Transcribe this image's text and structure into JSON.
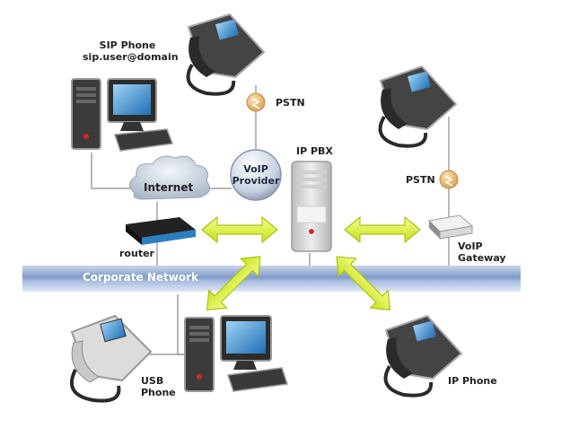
{
  "diagram": {
    "nodes": {
      "sip_phone": {
        "line1": "SIP Phone",
        "line2": "sip.user@domain"
      },
      "pstn_top": {
        "label": "PSTN"
      },
      "internet": {
        "label": "Internet"
      },
      "voip_provider": {
        "line1": "VoIP",
        "line2": "Provider"
      },
      "router": {
        "label": "router"
      },
      "ip_pbx": {
        "label": "IP PBX"
      },
      "pstn_right": {
        "label": "PSTN"
      },
      "voip_gateway": {
        "line1": "VoIP",
        "line2": "Gateway"
      },
      "corporate_network": {
        "label": "Corporate Network"
      },
      "usb_phone": {
        "line1": "USB",
        "line2": "Phone"
      },
      "ip_phone": {
        "label": "IP Phone"
      }
    },
    "colors": {
      "arrow": "#d8ef3a",
      "arrow_edge": "#a9c21a",
      "network_bar": "#8fa9cf",
      "line": "#8a8a8a",
      "phone_dark": "#3a3a3a",
      "screen": "#4a9ad8",
      "pstn_icon": "#e8b466"
    }
  }
}
